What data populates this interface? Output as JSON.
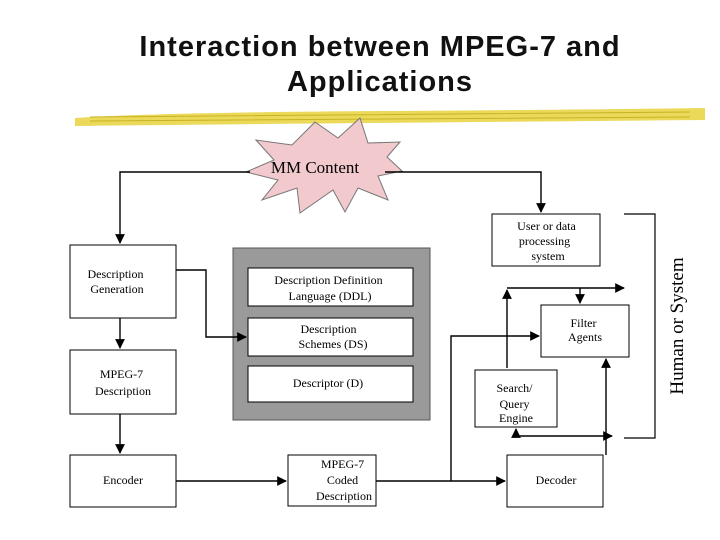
{
  "title": {
    "line1": "Interaction between MPEG-7 and",
    "line2": "Applications"
  },
  "nodes": {
    "mm_content": "MM Content",
    "user_system": [
      "User or data",
      "processing",
      "system"
    ],
    "desc_generation": [
      "Description",
      "Generation"
    ],
    "ddl": [
      "Description Definition",
      "Language (DDL)"
    ],
    "ds": [
      "Description",
      "Schemes (DS)"
    ],
    "descriptor": "Descriptor (D)",
    "mpeg7_desc": [
      "MPEG-7",
      "Description"
    ],
    "encoder": "Encoder",
    "coded_desc": [
      "MPEG-7",
      "Coded",
      "Description"
    ],
    "decoder": "Decoder",
    "filter_agents": [
      "Filter",
      "Agents"
    ],
    "search_engine": [
      "Search/",
      "Query",
      "Engine"
    ]
  },
  "side_label": "Human or System",
  "colors": {
    "title_underline": "#e8d23c",
    "burst_fill": "#f2c9cc",
    "standard_panel": "#9a9a9a",
    "box_fill": "#ffffff",
    "line": "#000000"
  }
}
